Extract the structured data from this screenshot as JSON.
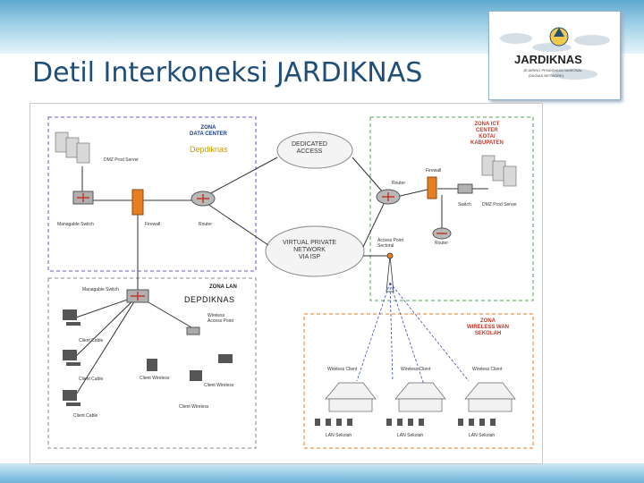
{
  "page_title": "Detil Interkoneksi JARDIKNAS",
  "logo": {
    "name": "JARDIKNAS",
    "tagline_1": "JEJARING PENDIDIKAN NASIONAL",
    "tagline_2": "(DIKNAS NETWORK)"
  },
  "diagram": {
    "zones": {
      "data_center": "ZONA\nDATA CENTER",
      "data_center_sub": "Depdiknas",
      "ict_center": "ZONA ICT\nCENTER\nKOTA/\nKABUPATEN",
      "lan": "ZONA LAN",
      "lan_sub": "DEPDIKNAS",
      "wireless_wan": "ZONA\nWIRELESS WAN\nSEKOLAH"
    },
    "clouds": {
      "dedicated": "DEDICATED\nACCESS",
      "vpn": "VIRTUAL PRIVATE\nNETWORK\nVIA ISP"
    },
    "labels": {
      "dmz_servers_left": "DMZ Prod Server",
      "managable_switch_top": "Managable Switch",
      "firewall_left": "Firewall",
      "router_left": "Router",
      "router_mid": "Router",
      "firewall_right": "Firewall",
      "switch_right": "Switch",
      "dmz_servers_right": "DMZ Prod Server",
      "router_right": "Router",
      "access_point": "Access Point\nSectoral",
      "managable_switch_lan": "Managable Switch",
      "wireless_ap": "Wireless\nAccess Point",
      "client_cable_1": "Client Cable",
      "client_cable_2": "Client Cable",
      "client_cable_3": "Client Cable",
      "client_wireless_1": "Client Wireless",
      "client_wireless_2": "Client Wireless",
      "client_wireless_3": "Client Wireless",
      "wireless_client_1": "Wireless Client",
      "wireless_client_2": "Wireless Client",
      "wireless_client_3": "Wireless Client",
      "lan_sekolah_1": "LAN Sekolah",
      "lan_sekolah_2": "LAN Sekolah",
      "lan_sekolah_3": "LAN Sekolah"
    }
  }
}
